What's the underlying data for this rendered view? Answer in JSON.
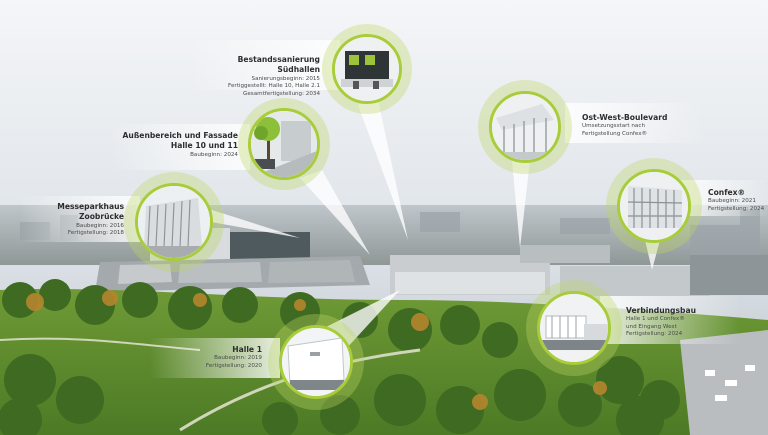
{
  "colors": {
    "accent": "#a8cc3a",
    "sky": "#e9edf1",
    "park": "#5d8a2e"
  },
  "icons": {
    "building": "building-icon",
    "tree": "tree-icon"
  },
  "markers": [
    {
      "id": "suedhallen",
      "title": "Bestandssanierung Südhallen",
      "lines": [
        "Sanierungsbeginn: 2015",
        "Fertiggestellt: Halle 10, Halle 2.1",
        "Gesamtfertigstellung: 2034"
      ]
    },
    {
      "id": "aussenbereich",
      "title": "Außenbereich und Fassade",
      "title2": "Halle 10 und 11",
      "lines": [
        "Baubeginn: 2024"
      ]
    },
    {
      "id": "parkhaus",
      "title": "Messeparkhaus",
      "title2": "Zoobrücke",
      "lines": [
        "Baubeginn: 2016",
        "Fertigstellung: 2018"
      ]
    },
    {
      "id": "halle1",
      "title": "Halle 1",
      "lines": [
        "Baubeginn: 2019",
        "Fertigstellung: 2020"
      ]
    },
    {
      "id": "boulevard",
      "title": "Ost-West-Boulevard",
      "lines": [
        "Umsetzungsstart nach",
        "Fertigstellung Confex®"
      ]
    },
    {
      "id": "confex",
      "title": "Confex®",
      "lines": [
        "Baubeginn: 2021",
        "Fertigstellung: 2024"
      ]
    },
    {
      "id": "verbindungsbau",
      "title": "Verbindungsbau",
      "lines": [
        "Halle 1 und Confex®",
        "und Eingang West",
        "Fertigstellung: 2024"
      ]
    }
  ]
}
